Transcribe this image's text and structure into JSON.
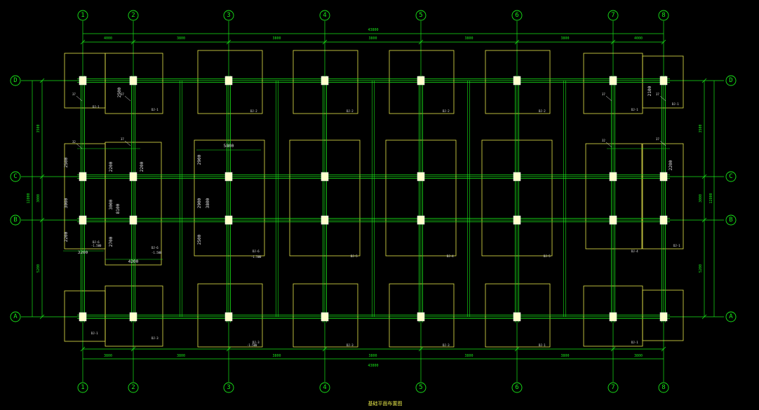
{
  "drawing": {
    "title": "基础平面布置图",
    "background": "#000000",
    "colors": {
      "grid_line": "#19e619",
      "beam": "#19e619",
      "footing": "#e6e64a",
      "column": "#ffffcc",
      "text": "#e6e6e6"
    },
    "axes_vertical": [
      "1",
      "2",
      "3",
      "4",
      "5",
      "6",
      "7",
      "8"
    ],
    "axes_horizontal": [
      "D",
      "C",
      "B",
      "A"
    ],
    "dims_top": [
      "4000",
      "3800",
      "3800",
      "3800",
      "3800",
      "3800",
      "4000"
    ],
    "dims_bottom": [
      "3800",
      "3800",
      "3800",
      "3800",
      "3800",
      "3800",
      "3800"
    ],
    "dim_total_top": "43800",
    "dim_total_bottom": "43800",
    "dims_left": [
      "3500",
      "3000",
      "5200"
    ],
    "dims_right": [
      "3500",
      "3000",
      "5200"
    ],
    "dim_total_left": "12800",
    "dim_total_right": "12800",
    "detail_dims": [
      "2500",
      "2200",
      "2200",
      "2500",
      "3000",
      "3000",
      "2200",
      "2700",
      "3200",
      "4200",
      "5800",
      "2900",
      "2900",
      "3800",
      "8100",
      "2500",
      "2100",
      "2200"
    ],
    "footing_tags": [
      "DJ-1",
      "DJ-1",
      "DJ-2",
      "DJ-2",
      "DJ-2",
      "DJ-2",
      "DJ-1",
      "DJ-1",
      "DJ-6",
      "DJ-6",
      "DJ-5",
      "DJ-4",
      "DJ-6",
      "DJ-5",
      "DJ-4",
      "DJ-1",
      "DJ-1",
      "DJ-3",
      "DJ-3",
      "DJ-3",
      "DJ-3",
      "DJ-1",
      "DJ-1"
    ],
    "elev_tags": [
      "-1.500",
      "-1.500",
      "-1.500",
      "-1.500"
    ],
    "mark_tags": [
      "37",
      "37",
      "32",
      "37",
      "37",
      "37",
      "32",
      "37"
    ]
  }
}
